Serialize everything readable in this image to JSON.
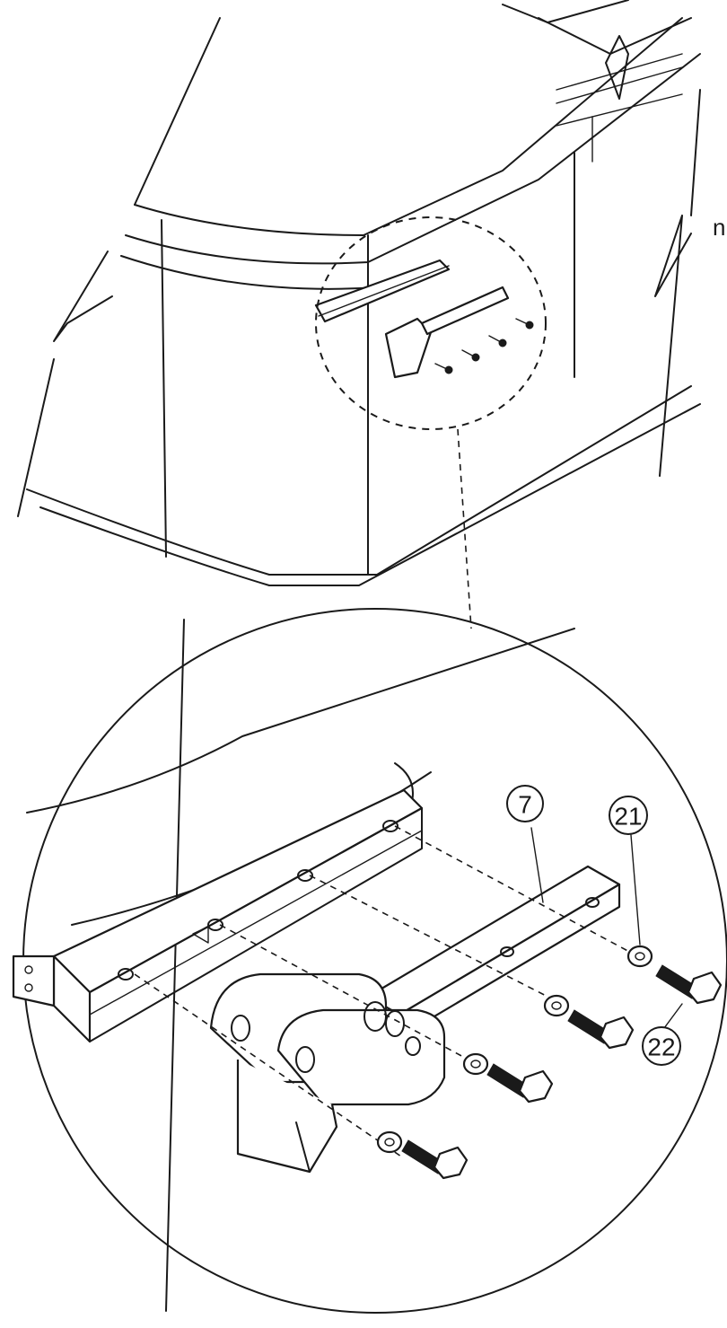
{
  "callouts": [
    {
      "id": "part-7",
      "label": "7"
    },
    {
      "id": "part-21",
      "label": "21"
    },
    {
      "id": "part-22",
      "label": "22"
    }
  ],
  "edge_text": "n."
}
